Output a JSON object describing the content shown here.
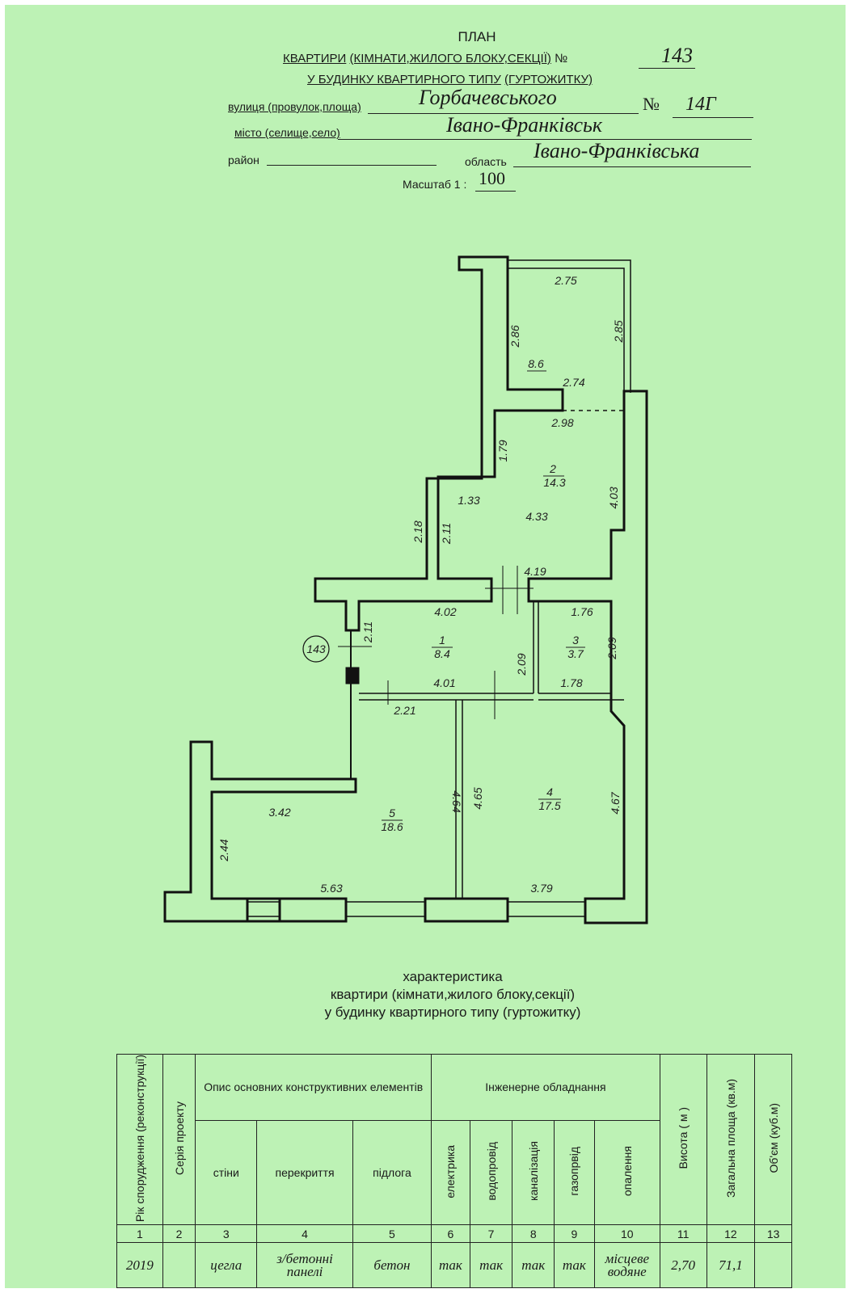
{
  "header": {
    "title": "ПЛАН",
    "line1_a": "КВАРТИРИ",
    "line1_b": "(КІМНАТИ,ЖИЛОГО БЛОКУ,СЕКЦІЇ)",
    "line1_c": "№",
    "apartment_no": "143",
    "line2_a": "У БУДИНКУ КВАРТИРНОГО ТИПУ",
    "line2_b": "(ГУРТОЖИТКУ)",
    "street_label": "вулиця (провулок,площа)",
    "street_value": "Горбачевського",
    "house_no_label": "№",
    "house_no": "14Г",
    "city_label": "місто (селище,село)",
    "city_value": "Івано-Франківськ",
    "district_label": "район",
    "region_label": "область",
    "region_value": "Івано-Франківська",
    "scale_label": "Масштаб 1 :",
    "scale_value": "100"
  },
  "plan": {
    "marker": "143",
    "rooms": [
      {
        "no": "",
        "area": "8.6"
      },
      {
        "no": "2",
        "area": "14.3"
      },
      {
        "no": "1",
        "area": "8.4"
      },
      {
        "no": "3",
        "area": "3.7"
      },
      {
        "no": "5",
        "area": "18.6"
      },
      {
        "no": "4",
        "area": "17.5"
      }
    ],
    "dimensions": [
      "2.75",
      "2.85",
      "2.86",
      "2.74",
      "2.98",
      "1.79",
      "1.33",
      "4.33",
      "4.03",
      "2.18",
      "2.11",
      "4.19",
      "4.02",
      "1.76",
      "2.11",
      "2.09",
      "2.09",
      "4.01",
      "1.78",
      "2.21",
      "3.42",
      "4.64",
      "4.65",
      "4.67",
      "2.44",
      "5.63",
      "3.79"
    ]
  },
  "characteristics": {
    "title1": "характеристика",
    "title2": "квартири (кімнати,жилого блоку,секції)",
    "title3": "у будинку квартирного типу (гуртожитку)",
    "headers": {
      "year": "Рік спорудження (реконструкції)",
      "series": "Серія проекту",
      "construct": "Опис основних конструктивних елементів",
      "walls": "стіни",
      "ceiling": "перекриття",
      "floor": "підлога",
      "engineering": "Інженерне обладнання",
      "electric": "електрика",
      "water": "водопровід",
      "sewer": "каналізація",
      "gas": "газопрвід",
      "heating": "опалення",
      "height": "Висота ( м )",
      "area": "Загальна площа (кв.м)",
      "volume": "Об'єм (куб.м)"
    },
    "col_numbers": [
      "1",
      "2",
      "3",
      "4",
      "5",
      "6",
      "7",
      "8",
      "9",
      "10",
      "11",
      "12",
      "13"
    ],
    "values": {
      "year": "2019",
      "series": "",
      "walls": "цегла",
      "ceiling": "з/бетонні панелі",
      "floor": "бетон",
      "electric": "так",
      "water": "так",
      "sewer": "так",
      "gas": "так",
      "heating": "місцеве водяне",
      "height": "2,70",
      "area": "71,1",
      "volume": ""
    }
  }
}
